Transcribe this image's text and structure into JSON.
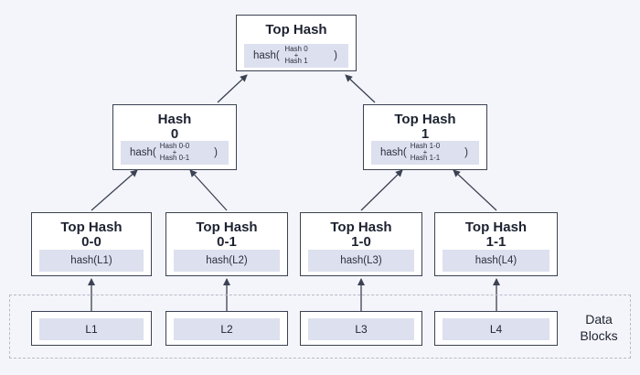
{
  "top": {
    "title": "Top Hash",
    "fn": "hash(",
    "arg_a": "Hash 0",
    "plus": "+",
    "arg_b": "Hash 1",
    "close": ")"
  },
  "mid": [
    {
      "title": "Hash\n0",
      "fn": "hash(",
      "arg_a": "Hash 0-0",
      "plus": "+",
      "arg_b": "Hash 0-1",
      "close": ")"
    },
    {
      "title": "Top Hash\n1",
      "fn": "hash(",
      "arg_a": "Hash 1-0",
      "plus": "+",
      "arg_b": "Hash 1-1",
      "close": ")"
    }
  ],
  "leaves": [
    {
      "title": "Top Hash\n0-0",
      "hash": "hash(L1)"
    },
    {
      "title": "Top Hash\n0-1",
      "hash": "hash(L2)"
    },
    {
      "title": "Top Hash\n1-0",
      "hash": "hash(L3)"
    },
    {
      "title": "Top Hash\n1-1",
      "hash": "hash(L4)"
    }
  ],
  "blocks": [
    "L1",
    "L2",
    "L3",
    "L4"
  ],
  "data_blocks_label": "Data\nBlocks",
  "colors": {
    "background": "#f4f5fa",
    "border": "#3b4252",
    "bar": "#dde0ee",
    "dashed": "#b6bbc8"
  }
}
